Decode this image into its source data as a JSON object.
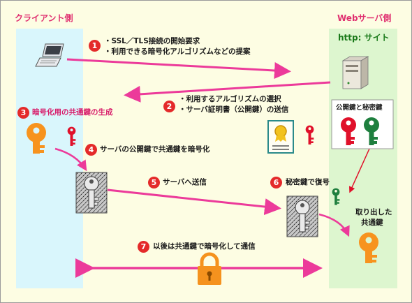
{
  "client": {
    "title": "クライアント側"
  },
  "server": {
    "title": "Webサーバ側",
    "subtitle": "http: サイト"
  },
  "steps": [
    {
      "num": "1",
      "lines": [
        "・SSL／TLS接続の開始要求",
        "・利用できる暗号化アルゴリズムなどの提案"
      ]
    },
    {
      "num": "2",
      "lines": [
        "・利用するアルゴリズムの選択",
        "・サーバ証明書（公開鍵）の送信"
      ]
    },
    {
      "num": "3",
      "text": "暗号化用の共通鍵の生成"
    },
    {
      "num": "4",
      "text": "サーバの公開鍵で共通鍵を暗号化"
    },
    {
      "num": "5",
      "text": "サーバへ送信"
    },
    {
      "num": "6",
      "text": "秘密鍵で復号"
    },
    {
      "num": "7",
      "text": "以後は共通鍵で暗号化して通信"
    }
  ],
  "keypair_box": {
    "label": "公開鍵と秘密鍵"
  },
  "extracted_key": {
    "line1": "取り出した",
    "line2": "共通鍵"
  },
  "colors": {
    "client_column": "#d9f6fc",
    "server_column": "#ddf6cf",
    "arrow": "#ec3a9a",
    "step_badge": "#e42a2a",
    "public_key": "#e0102a",
    "private_key": "#1e7f3e",
    "common_key": "#f7931e",
    "lock": "#f5921e"
  },
  "icons": [
    "laptop-icon",
    "server-icon",
    "certificate-icon",
    "key-icon",
    "lock-icon",
    "encrypted-key-icon"
  ]
}
